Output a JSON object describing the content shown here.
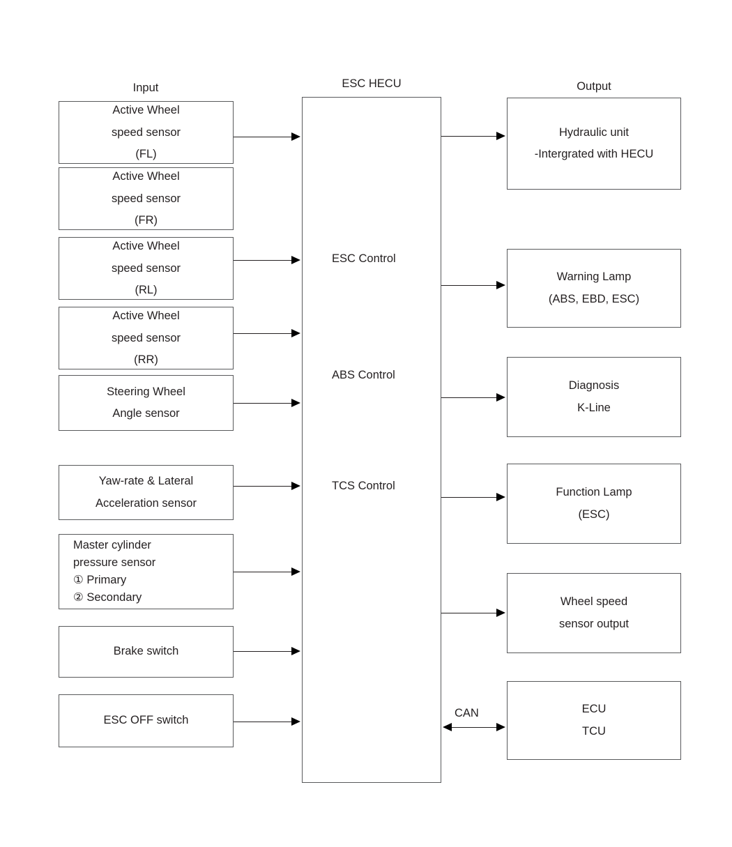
{
  "diagram": {
    "column_titles": {
      "input": "Input",
      "center": "ESC HECU",
      "output": "Output"
    },
    "inputs": [
      {
        "lines": [
          "Active Wheel",
          "speed sensor",
          "(FL)"
        ],
        "has_arrow": true
      },
      {
        "lines": [
          "Active Wheel",
          "speed sensor",
          "(FR)"
        ],
        "has_arrow": false
      },
      {
        "lines": [
          "Active Wheel",
          "speed sensor",
          "(RL)"
        ],
        "has_arrow": true
      },
      {
        "lines": [
          "Active Wheel",
          "speed sensor",
          "(RR)"
        ],
        "has_arrow": true
      },
      {
        "lines": [
          "Steering Wheel",
          "Angle sensor"
        ],
        "has_arrow": true
      },
      {
        "lines": [
          "Yaw-rate & Lateral",
          "Acceleration sensor"
        ],
        "has_arrow": true
      },
      {
        "lines": [
          "Master cylinder",
          "pressure sensor",
          "① Primary",
          "② Secondary"
        ],
        "has_arrow": true,
        "align": "left"
      },
      {
        "lines": [
          "Brake switch"
        ],
        "has_arrow": true
      },
      {
        "lines": [
          "ESC OFF switch"
        ],
        "has_arrow": true
      }
    ],
    "hecu": {
      "functions": [
        "ESC Control",
        "ABS Control",
        "TCS Control"
      ]
    },
    "outputs": [
      {
        "lines": [
          "Hydraulic unit",
          "-Intergrated with HECU"
        ],
        "arrow": "right"
      },
      {
        "lines": [
          "Warning Lamp",
          "(ABS, EBD, ESC)"
        ],
        "arrow": "right"
      },
      {
        "lines": [
          "Diagnosis",
          "K-Line"
        ],
        "arrow": "right"
      },
      {
        "lines": [
          "Function Lamp",
          "(ESC)"
        ],
        "arrow": "right"
      },
      {
        "lines": [
          "Wheel speed",
          "sensor output"
        ],
        "arrow": "right"
      },
      {
        "lines": [
          "ECU",
          "TCU"
        ],
        "arrow": "bidirectional",
        "bus_label": "CAN"
      }
    ]
  }
}
